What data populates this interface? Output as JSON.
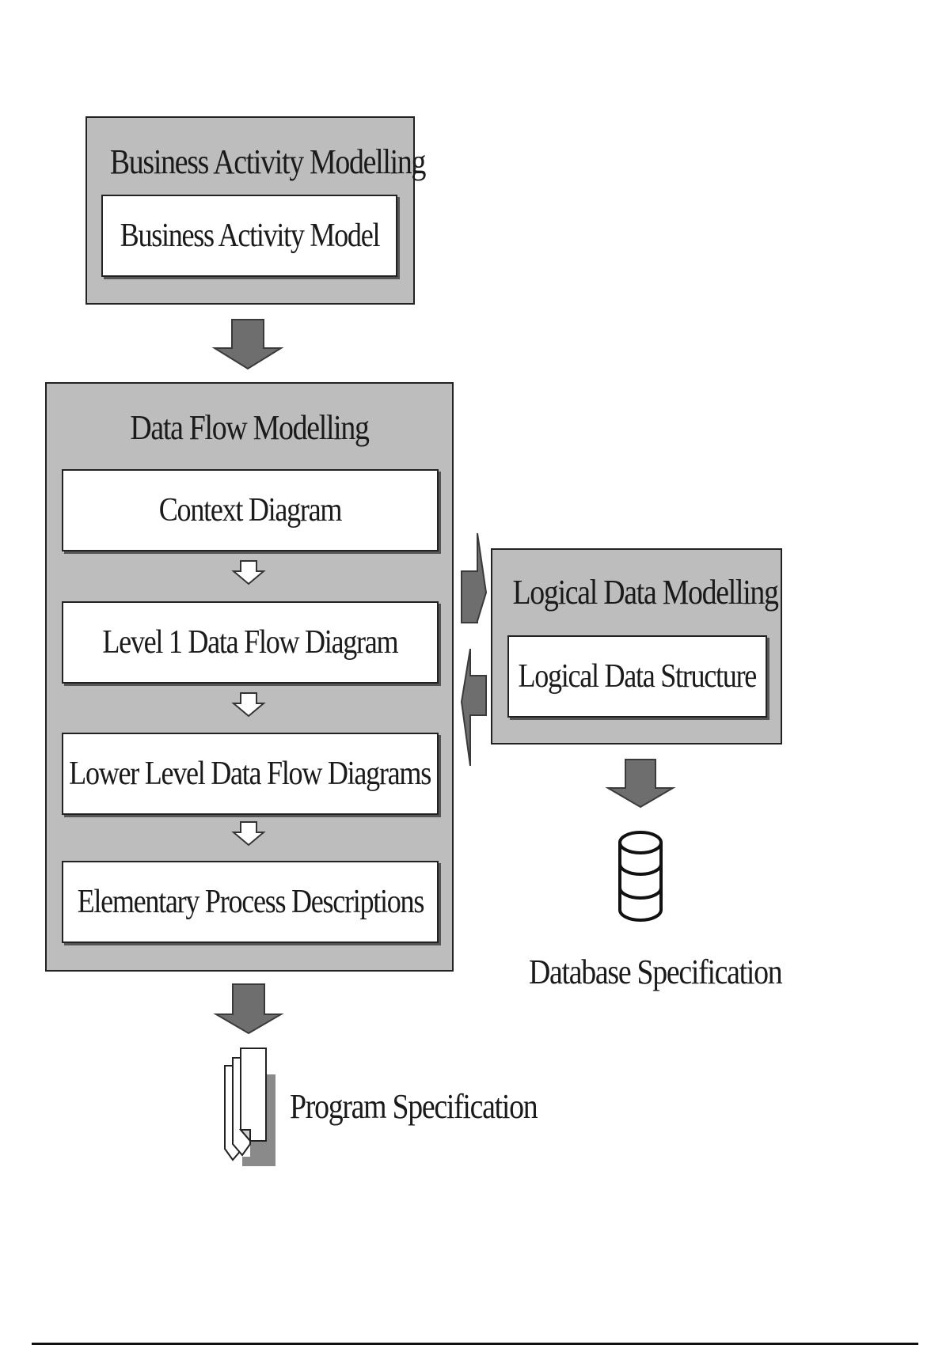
{
  "diagram": {
    "business_activity_modelling": {
      "title": "Business Activity Modelling",
      "items": [
        "Business Activity Model"
      ]
    },
    "data_flow_modelling": {
      "title": "Data Flow Modelling",
      "items": [
        "Context Diagram",
        "Level 1 Data Flow Diagram",
        "Lower Level Data Flow Diagrams",
        "Elementary Process Descriptions"
      ]
    },
    "logical_data_modelling": {
      "title": "Logical Data Modelling",
      "items": [
        "Logical Data Structure"
      ]
    },
    "outputs": {
      "database": "Database Specification",
      "program": "Program Specification"
    },
    "colors": {
      "group_fill": "#bdbdbd",
      "arrow_fill": "#6e6e6e",
      "box_fill": "#ffffff",
      "line": "#222222"
    }
  }
}
